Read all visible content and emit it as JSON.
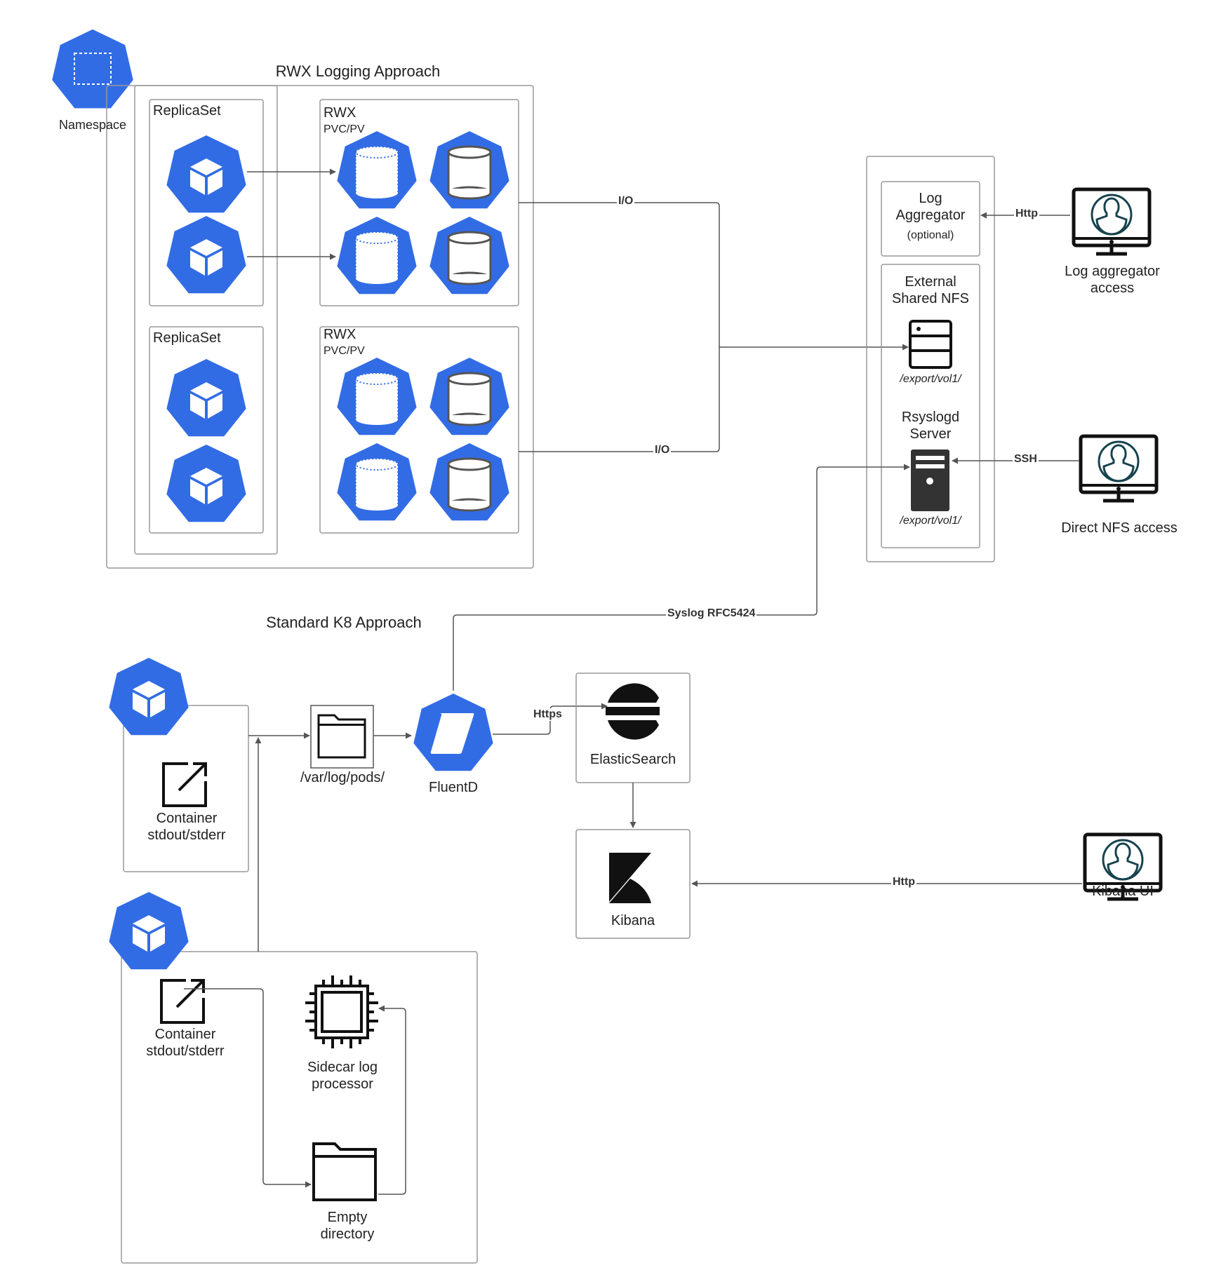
{
  "legend": {
    "namespace_label": "Namespace"
  },
  "rwx": {
    "title": "RWX Logging Approach",
    "replicaset_label": "ReplicaSet",
    "rwx_label": "RWX",
    "pvc_label": "PVC/PV",
    "io_label": "I/O"
  },
  "nfs": {
    "log_aggregator": "Log Aggregator",
    "optional": "(optional)",
    "external_shared_nfs": "External Shared NFS",
    "export_path": "/export/vol1/",
    "rsyslogd_server": "Rsyslogd Server"
  },
  "clients": {
    "log_aggregator_access": "Log aggregator access",
    "direct_nfs_access": "Direct NFS access",
    "kibana_ui": "Kibana UI"
  },
  "edges": {
    "http": "Http",
    "ssh": "SSH",
    "https": "Https",
    "syslog": "Syslog RFC5424"
  },
  "standard": {
    "title": "Standard K8 Approach",
    "container": "Container stdout/stderr",
    "var_log_pods": "/var/log/pods/",
    "fluentd": "FluentD",
    "elasticsearch": "ElasticSearch",
    "kibana": "Kibana",
    "sidecar": "Sidecar log processor",
    "empty_dir": "Empty directory"
  },
  "colors": {
    "k8s_blue": "#326ce5",
    "line": "#666666",
    "box": "#999999",
    "text": "#222222"
  }
}
